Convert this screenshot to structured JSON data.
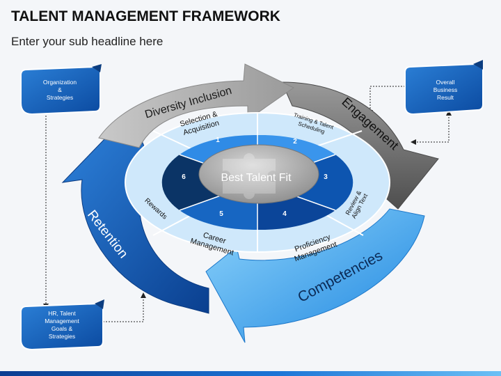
{
  "header": {
    "title": "TALENT MANAGEMENT FRAMEWORK",
    "subtitle": "Enter your sub headline here"
  },
  "callouts": {
    "top_left": [
      "Organization",
      "&",
      "Strategies"
    ],
    "top_right": [
      "Overall",
      "Business",
      "Result"
    ],
    "bottom_left": [
      "HR, Talent",
      "Management",
      "Goals &",
      "Strategies"
    ]
  },
  "arrows": {
    "diversity": "Diversity Inclusion",
    "engagement": "Engagement",
    "competencies": "Competencies",
    "retention": "Retention"
  },
  "ring_labels": {
    "selection": [
      "Selection &",
      "Acquisition"
    ],
    "training": [
      "Training & Talent",
      "Scheduling"
    ],
    "review": [
      "Review &",
      "Align Text"
    ],
    "proficiency": [
      "Proficiency",
      "Management"
    ],
    "career": [
      "Career",
      "Management"
    ],
    "rewards": "Rewards"
  },
  "segments": [
    "1",
    "2",
    "3",
    "4",
    "5",
    "6"
  ],
  "center": "Best Talent Fit",
  "colors": {
    "grey_arrow": "#a9a9a9",
    "dark_grey_arrow": "#6e6e6e",
    "blue_dark": "#0d55b0",
    "blue_mid": "#2f8be6",
    "blue_light": "#6fc3f7",
    "ring_light": "#cfe8fb",
    "navy": "#0b3466"
  }
}
